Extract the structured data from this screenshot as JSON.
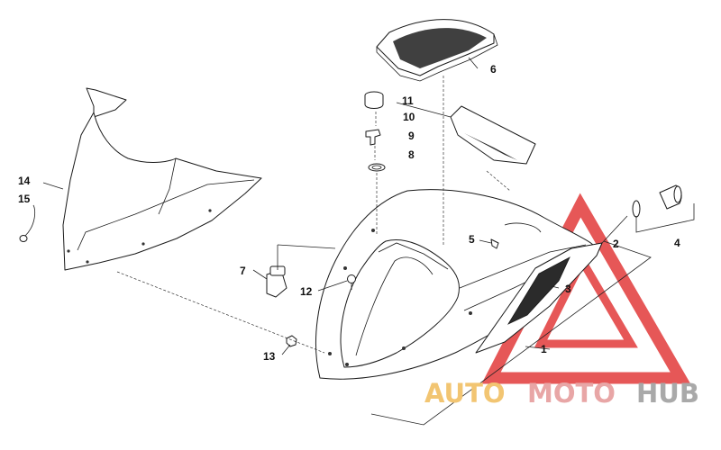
{
  "diagram": {
    "callouts": [
      {
        "id": "c1",
        "text": "1"
      },
      {
        "id": "c2",
        "text": "2"
      },
      {
        "id": "c3",
        "text": "3"
      },
      {
        "id": "c4",
        "text": "4"
      },
      {
        "id": "c5",
        "text": "5"
      },
      {
        "id": "c6",
        "text": "6"
      },
      {
        "id": "c7",
        "text": "7"
      },
      {
        "id": "c8",
        "text": "8"
      },
      {
        "id": "c9",
        "text": "9"
      },
      {
        "id": "c10",
        "text": "10"
      },
      {
        "id": "c11",
        "text": "11"
      },
      {
        "id": "c12",
        "text": "12"
      },
      {
        "id": "c13",
        "text": "13"
      },
      {
        "id": "c14",
        "text": "14"
      },
      {
        "id": "c15",
        "text": "15"
      }
    ]
  },
  "watermark": {
    "part_auto": "AUTO",
    "part_moto": "MOTO",
    "part_hub": "HUB",
    "colors": {
      "auto": "#f2c572",
      "moto": "#e8a6a6",
      "hub": "#a9a9a9",
      "triangle": "#e23a3a"
    }
  }
}
